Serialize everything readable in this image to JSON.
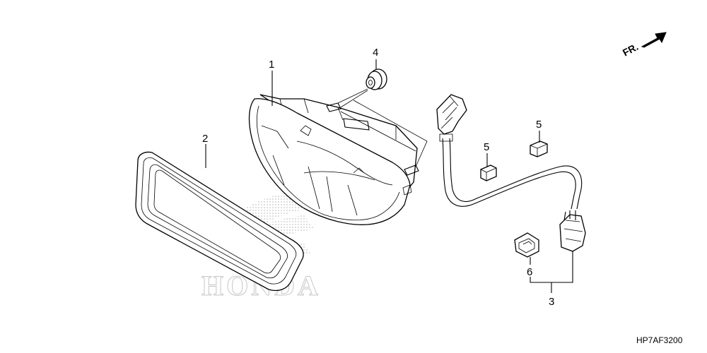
{
  "diagram": {
    "callouts": [
      {
        "id": "1",
        "label": "1"
      },
      {
        "id": "2",
        "label": "2"
      },
      {
        "id": "3",
        "label": "3"
      },
      {
        "id": "4",
        "label": "4"
      },
      {
        "id": "5a",
        "label": "5"
      },
      {
        "id": "5b",
        "label": "5"
      },
      {
        "id": "6",
        "label": "6"
      }
    ],
    "direction_label": "FR.",
    "drawing_code": "HP7AF3200",
    "watermark_text": "HONDA"
  }
}
